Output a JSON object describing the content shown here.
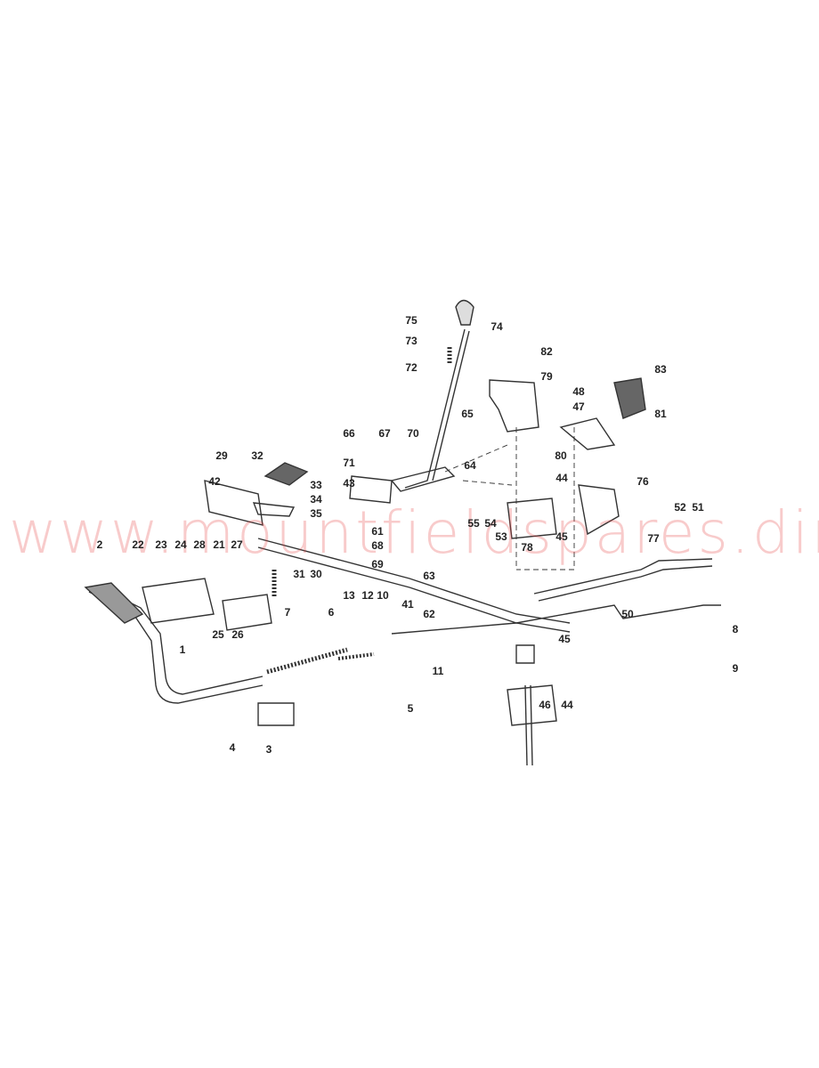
{
  "watermark": "www.mountfieldspares.direct",
  "callouts": [
    "75",
    "74",
    "73",
    "72",
    "82",
    "79",
    "48",
    "47",
    "83",
    "81",
    "66",
    "67",
    "70",
    "65",
    "80",
    "71",
    "64",
    "44",
    "76",
    "29",
    "32",
    "33",
    "34",
    "35",
    "42",
    "43",
    "52",
    "51",
    "55",
    "54",
    "53",
    "45",
    "77",
    "61",
    "68",
    "78",
    "69",
    "2",
    "22",
    "23",
    "24",
    "28",
    "21",
    "27",
    "31",
    "30",
    "63",
    "13",
    "12",
    "10",
    "41",
    "62",
    "7",
    "6",
    "50",
    "8",
    "45",
    "25",
    "26",
    "1",
    "11",
    "9",
    "5",
    "46",
    "44",
    "4",
    "3"
  ]
}
